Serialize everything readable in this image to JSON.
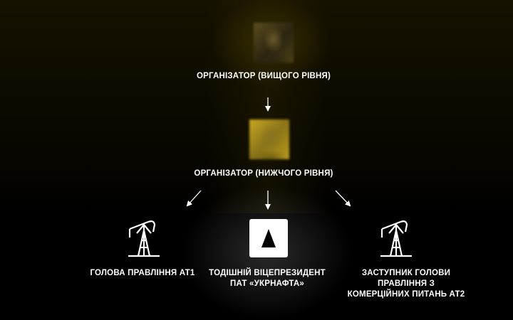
{
  "nodes": {
    "top": {
      "label": "ОРГАНІЗАТОР (ВИЩОГО РІВНЯ)"
    },
    "middle": {
      "label": "ОРГАНІЗАТОР (НИЖЧОГО РІВНЯ)"
    },
    "left": {
      "label": "ГОЛОВА ПРАВЛІННЯ АТ1",
      "icon": "oil-pump-icon"
    },
    "center": {
      "label_line1": "ТОДІШНІЙ ВІЦЕПРЕЗИДЕНТ",
      "label_line2": "ПАТ «УКРНАФТА»",
      "icon": "ukrnafta-logo-icon"
    },
    "right": {
      "label_line1": "ЗАСТУПНИК ГОЛОВИ",
      "label_line2": "ПРАВЛІННЯ З",
      "label_line3": "КОМЕРЦІЙНИХ ПИТАНЬ АТ2",
      "icon": "oil-pump-icon"
    }
  },
  "colors": {
    "background": "#000000",
    "highlight": "#d4b01c",
    "text": "#ffffff"
  }
}
